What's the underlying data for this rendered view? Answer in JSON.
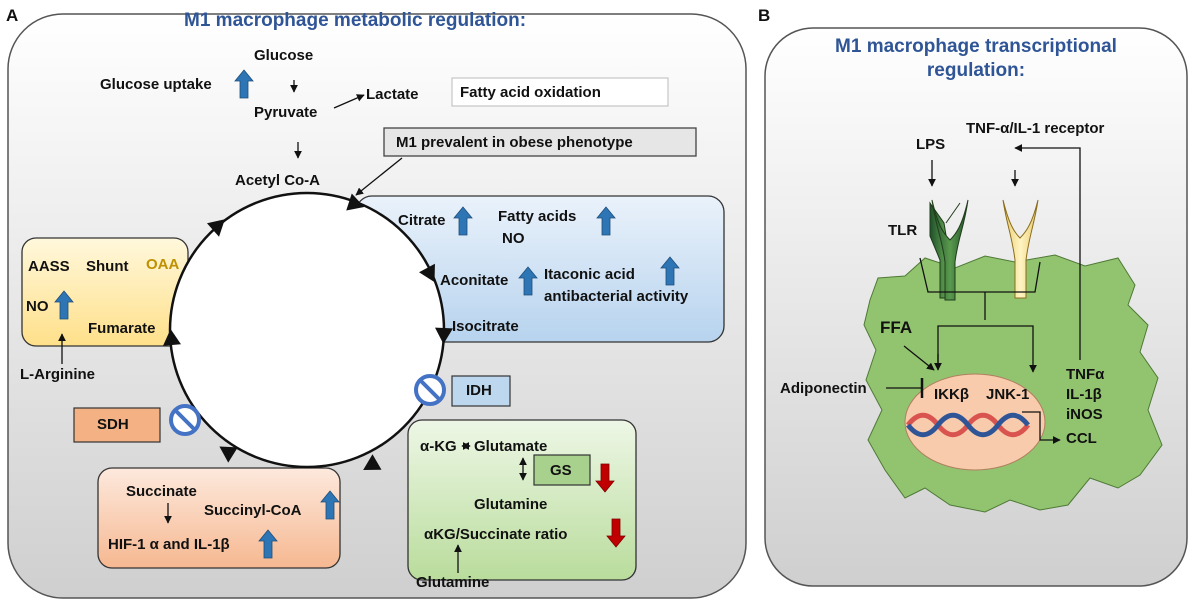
{
  "panel_a": {
    "letter": "A",
    "title": "M1 macrophage metabolic regulation:",
    "glucose": "Glucose",
    "glucose_uptake": "Glucose uptake",
    "pyruvate": "Pyruvate",
    "lactate": "Lactate",
    "fatty_acid_oxidation": "Fatty acid oxidation",
    "obese_phenotype": "M1 prevalent in obese phenotype",
    "acetyl_coa": "Acetyl Co-A",
    "citrate": "Citrate",
    "fatty_acids": "Fatty acids",
    "no_blue": "NO",
    "aconitate": "Aconitate",
    "itaconic_acid": "Itaconic acid",
    "antibacterial": "antibacterial activity",
    "isocitrate": "Isocitrate",
    "idh": "IDH",
    "akg": "α-KG",
    "glutamate": "Glutamate",
    "gs": "GS",
    "glutamine_inner": "Glutamine",
    "akg_ratio": "αKG/Succinate ratio",
    "glutamine_bottom": "Glutamine",
    "succinate": "Succinate",
    "succinyl_coa": "Succinyl-CoA",
    "hif": "HIF-1 α and IL-1β",
    "sdh": "SDH",
    "aass": "AASS",
    "shunt": "Shunt",
    "oaa": "OAA",
    "no_yellow": "NO",
    "fumarate": "Fumarate",
    "l_arginine": "L-Arginine"
  },
  "panel_b": {
    "letter": "B",
    "title_line1": "M1 macrophage transcriptional",
    "title_line2": "regulation:",
    "lps": "LPS",
    "tnf_receptor": "TNF-α/IL-1 receptor",
    "tlr": "TLR",
    "ffa": "FFA",
    "adiponectin": "Adiponectin",
    "ikkb": "IKKβ",
    "jnk1": "JNK-1",
    "outputs": [
      "TNFα",
      "IL-1β",
      "iNOS",
      "CCL"
    ]
  },
  "colors": {
    "title_blue": "#2f5597",
    "arrow_up_blue": "#2e75b6",
    "arrow_down_red": "#c00000",
    "cell_green": "#92c470",
    "nucleus_peach": "#f8cbad"
  },
  "icons": [
    "up-arrow-icon",
    "down-arrow-icon",
    "inhibition-icon",
    "dna-helix-icon",
    "receptor-icon"
  ]
}
